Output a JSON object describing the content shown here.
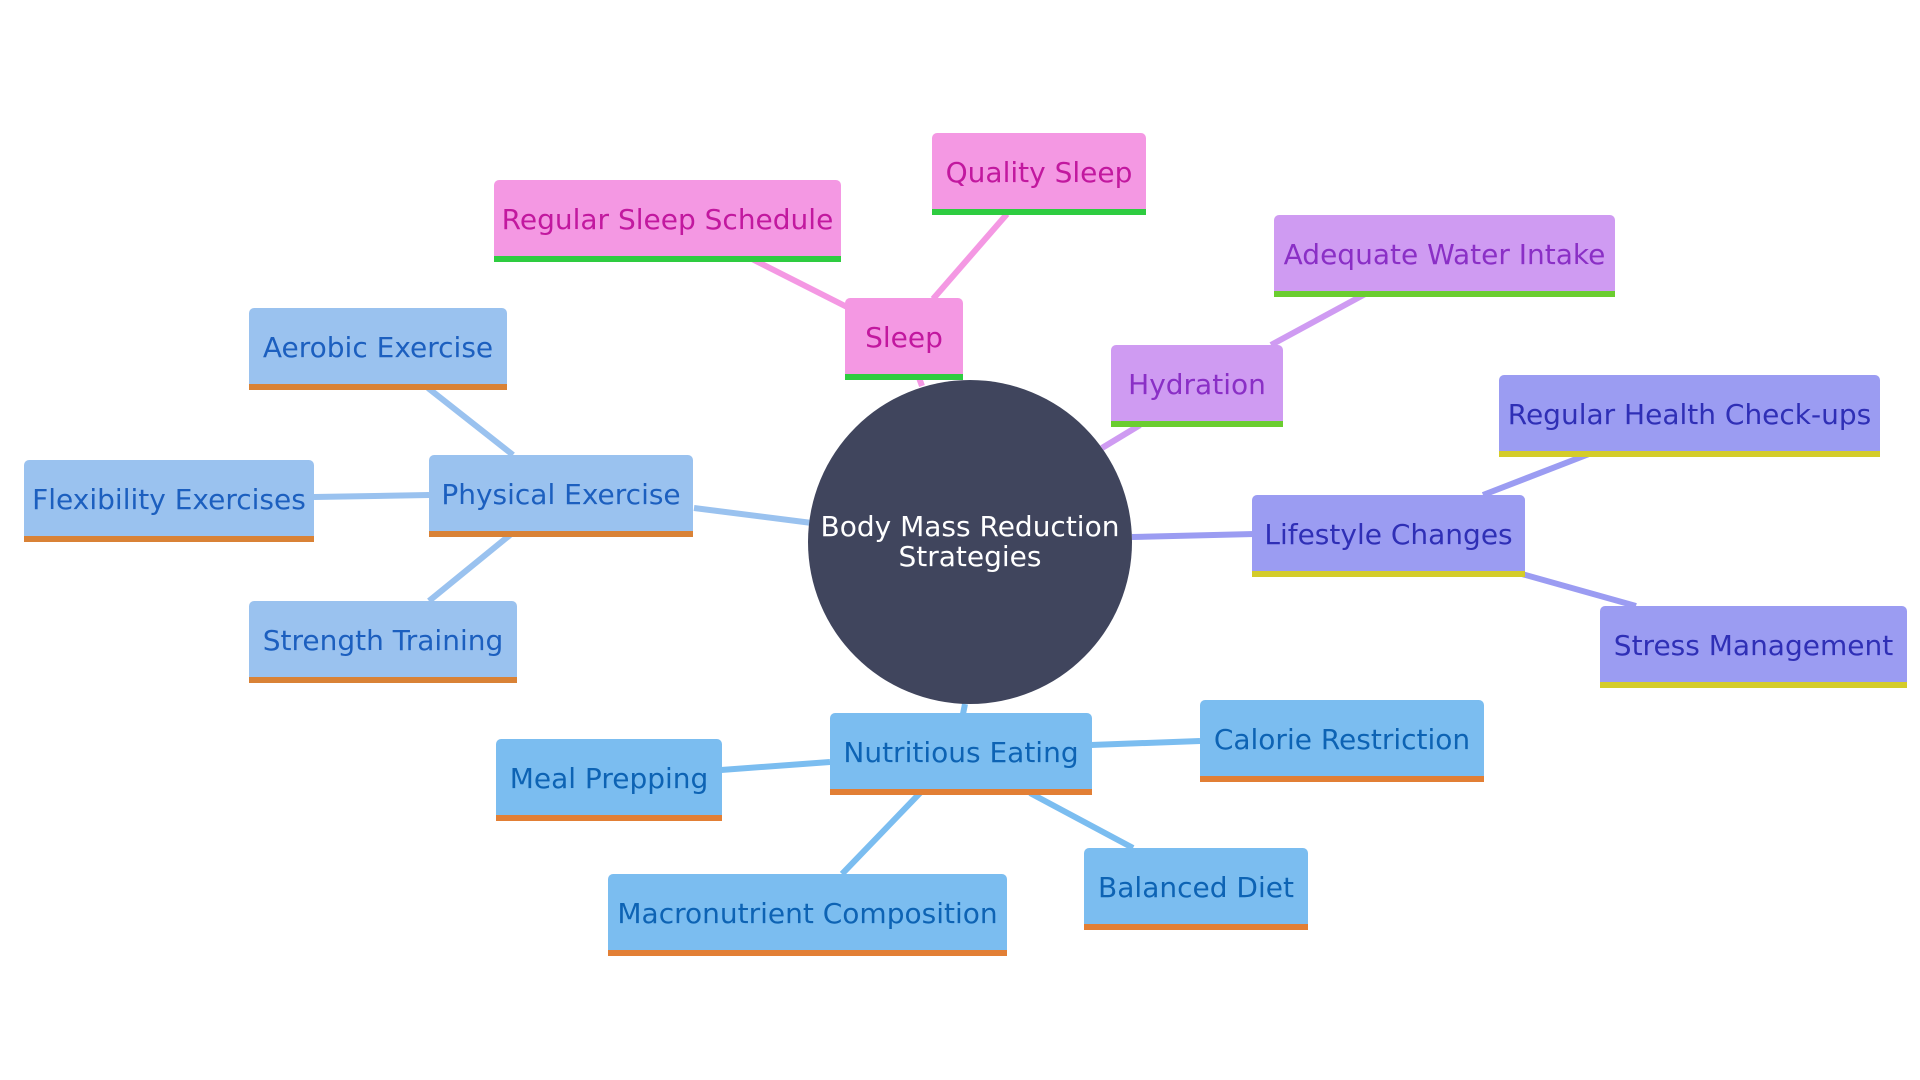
{
  "center": {
    "line1": "Body Mass Reduction",
    "line2": "Strategies"
  },
  "branches": {
    "sleep": {
      "label": "Sleep",
      "children": [
        "Regular Sleep Schedule",
        "Quality Sleep"
      ]
    },
    "hydration": {
      "label": "Hydration",
      "children": [
        "Adequate Water Intake"
      ]
    },
    "lifestyle": {
      "label": "Lifestyle Changes",
      "children": [
        "Regular Health Check-ups",
        "Stress Management"
      ]
    },
    "physical": {
      "label": "Physical Exercise",
      "children": [
        "Aerobic Exercise",
        "Flexibility Exercises",
        "Strength Training"
      ]
    },
    "nutrition": {
      "label": "Nutritious Eating",
      "children": [
        "Meal Prepping",
        "Calorie Restriction",
        "Macronutrient Composition",
        "Balanced Diet"
      ]
    }
  },
  "colors": {
    "center_fill": "#40455d",
    "sleep": "#f498e3",
    "hydration": "#cf9bf2",
    "lifestyle": "#9b9cf2",
    "physical": "#9ac2ef",
    "nutrition": "#7bbdf0"
  }
}
